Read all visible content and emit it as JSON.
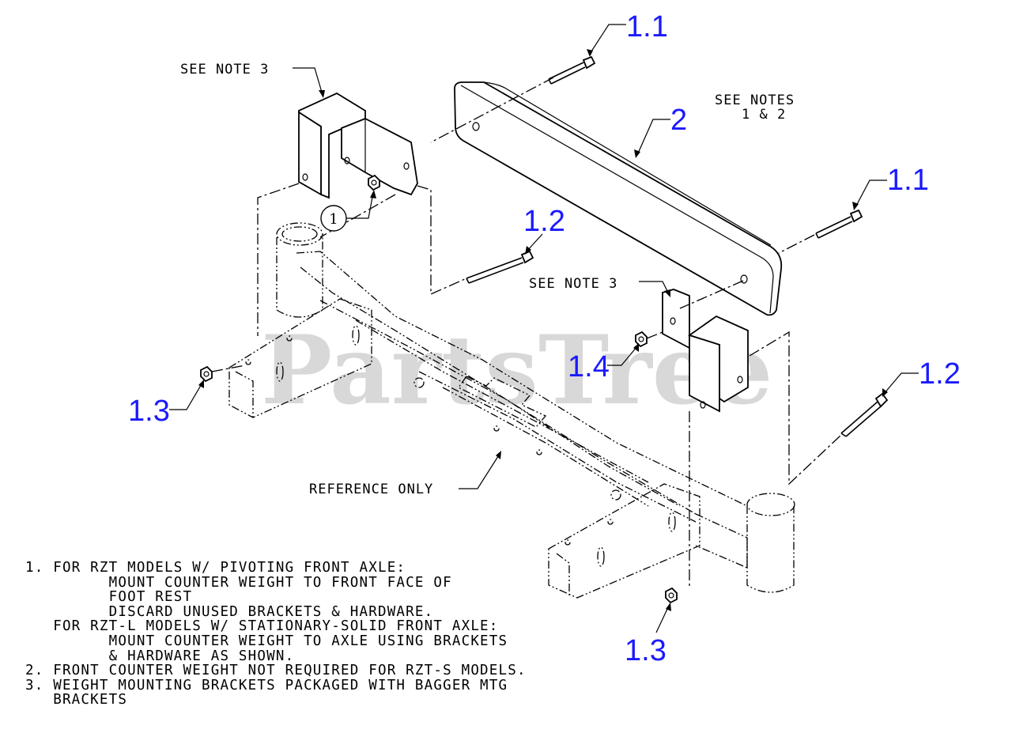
{
  "watermark": "PartsTree",
  "callouts": {
    "c11a": "1.1",
    "c2": "2",
    "c11b": "1.1",
    "c12a": "1.2",
    "c12b": "1.2",
    "c14": "1.4",
    "c13a": "1.3",
    "c13b": "1.3"
  },
  "circle_callout": "1",
  "labels": {
    "see_note3_top": "SEE NOTE 3",
    "see_notes_line1": "SEE NOTES",
    "see_notes_line2": "1 & 2",
    "see_note3_mid": "SEE NOTE 3",
    "reference_only": "REFERENCE ONLY"
  },
  "notes": [
    "1. FOR RZT MODELS W/ PIVOTING FRONT AXLE:",
    "         MOUNT COUNTER WEIGHT TO FRONT FACE OF",
    "         FOOT REST",
    "         DISCARD UNUSED BRACKETS & HARDWARE.",
    "   FOR RZT-L MODELS W/ STATIONARY-SOLID FRONT AXLE:",
    "         MOUNT COUNTER WEIGHT TO AXLE USING BRACKETS",
    "         & HARDWARE AS SHOWN.",
    "2. FRONT COUNTER WEIGHT NOT REQUIRED FOR RZT-S MODELS.",
    "3. WEIGHT MOUNTING BRACKETS PACKAGED WITH BAGGER MTG",
    "   BRACKETS"
  ],
  "colors": {
    "callout": "#1a1aff",
    "line": "#000000",
    "watermark": "#b9b9b9"
  }
}
